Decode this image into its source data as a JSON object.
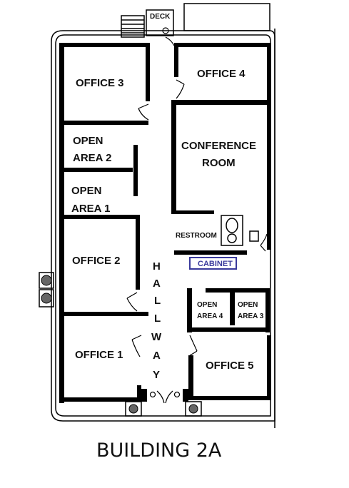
{
  "rooms": {
    "deck": "DECK",
    "office3": "OFFICE 3",
    "office4": "OFFICE 4",
    "open_area_2": [
      "OPEN",
      "AREA 2"
    ],
    "conference": [
      "CONFERENCE",
      "ROOM"
    ],
    "open_area_1": [
      "OPEN",
      "AREA 1"
    ],
    "office2": "OFFICE 2",
    "restroom": "RESTROOM",
    "cabinet": "CABINET",
    "open_area_4": [
      "OPEN",
      "AREA 4"
    ],
    "open_area_3": [
      "OPEN",
      "AREA 3"
    ],
    "office1": "OFFICE 1",
    "office5": "OFFICE 5"
  },
  "hallway_letters": [
    "H",
    "A",
    "L",
    "L",
    "W",
    "A",
    "Y"
  ],
  "title": "BUILDING 2A",
  "colors": {
    "cabinet": "#3a3a9c",
    "walls": "#000000"
  }
}
